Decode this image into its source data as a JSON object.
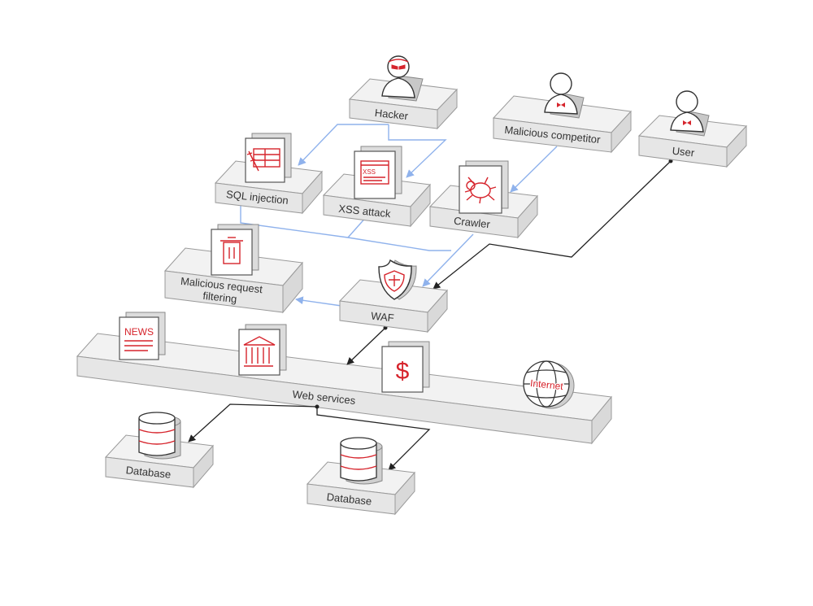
{
  "nodes": {
    "hacker": "Hacker",
    "malicious_competitor": "Malicious competitor",
    "user": "User",
    "sql_injection": "SQL injection",
    "xss_attack": "XSS attack",
    "crawler": "Crawler",
    "malicious_request_filtering_1": "Malicious request",
    "malicious_request_filtering_2": "filtering",
    "waf": "WAF",
    "web_services": "Web services",
    "database_1": "Database",
    "database_2": "Database"
  },
  "icon_text": {
    "news": "NEWS",
    "xss": "XSS",
    "dollar": "$",
    "internet": "Internet"
  },
  "colors": {
    "accent": "#d6242c",
    "malicious_flow": "#8fb2ec",
    "normal_flow": "#222222"
  },
  "icons": [
    "hacker-icon",
    "competitor-icon",
    "user-icon",
    "sql-table-icon",
    "xss-window-icon",
    "bug-icon",
    "trash-icon",
    "shield-icon",
    "news-icon",
    "bank-icon",
    "dollar-icon",
    "globe-icon",
    "database-icon"
  ]
}
